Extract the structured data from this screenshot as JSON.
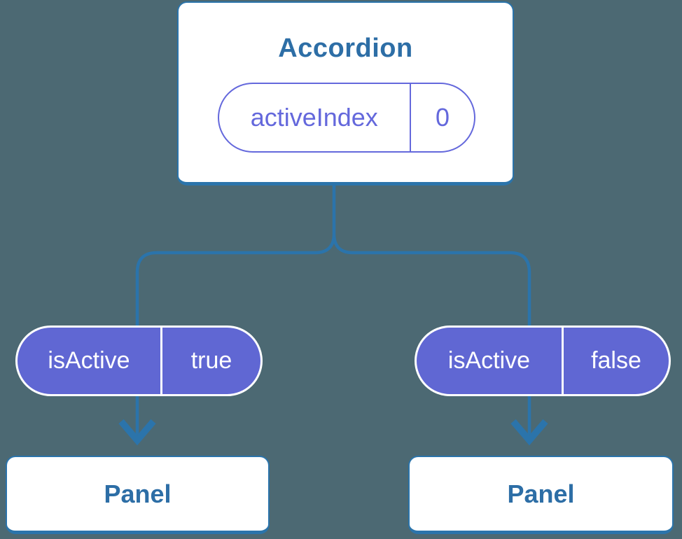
{
  "diagram": {
    "root": {
      "title": "Accordion",
      "state": {
        "label": "activeIndex",
        "value": "0"
      }
    },
    "children": [
      {
        "prop": {
          "label": "isActive",
          "value": "true"
        },
        "target": {
          "title": "Panel"
        }
      },
      {
        "prop": {
          "label": "isActive",
          "value": "false"
        },
        "target": {
          "title": "Panel"
        }
      }
    ],
    "icons": {
      "arrow_down": "arrow-down-icon"
    },
    "colors": {
      "background": "#4c6973",
      "line_blue": "#2b74ab",
      "text_blue": "#2d6ea6",
      "pill_purple_fill": "#6067d3",
      "pill_purple_border": "#6468dc",
      "node_background": "#ffffff",
      "pill_text": "#ffffff"
    }
  }
}
